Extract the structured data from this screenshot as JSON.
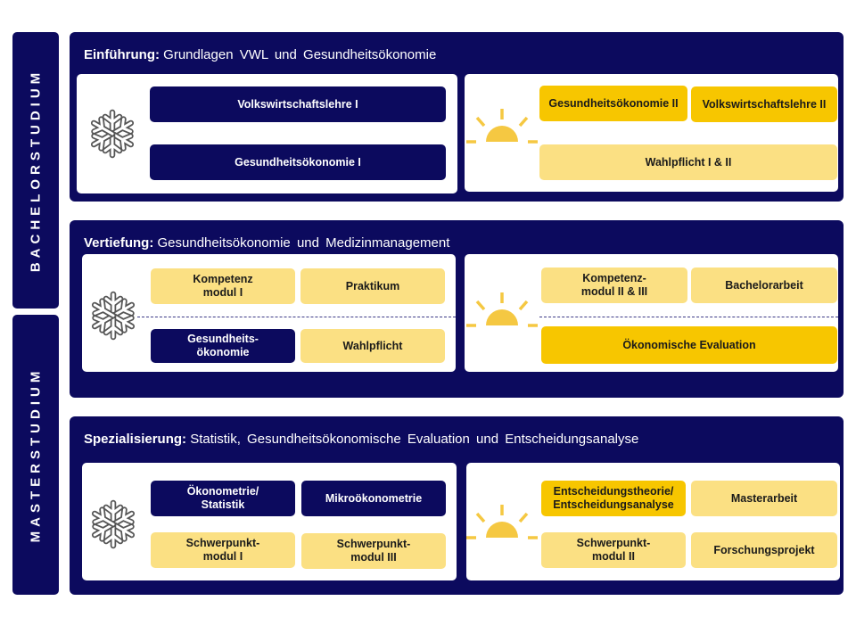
{
  "sidebar": {
    "bachelor": "BACHELORSTUDIUM",
    "master": "MASTERSTUDIUM"
  },
  "sections": [
    {
      "title_bold": "Einführung:",
      "title_rest": "Grundlagen VWL und Gesundheitsökonomie",
      "winter": [
        "Volkswirtschaftslehre I",
        "Gesundheitsökonomie I"
      ],
      "summer": [
        "Gesundheitsökonomie II",
        "Volkswirtschaftslehre II",
        "Wahlpflicht I & II"
      ]
    },
    {
      "title_bold": "Vertiefung:",
      "title_rest": "Gesundheitsökonomie und Medizinmanagement",
      "winter": [
        "Kompetenz\nmodul I",
        "Praktikum",
        "Gesundheits-\nökonomie",
        "Wahlpflicht"
      ],
      "summer": [
        "Kompetenz-\nmodul II & III",
        "Bachelorarbeit",
        "Ökonomische Evaluation"
      ]
    },
    {
      "title_bold": "Spezialisierung:",
      "title_rest": "Statistik, Gesundheitsökonomische Evaluation und Entscheidungsanalyse",
      "winter": [
        "Ökonometrie/\nStatistik",
        "Mikroökonometrie",
        "Schwerpunkt-\nmodul I",
        "Schwerpunkt-\nmodul III"
      ],
      "summer": [
        "Entscheidungstheorie/\nEntscheidungsanalyse",
        "Masterarbeit",
        "Schwerpunkt-\nmodul II",
        "Forschungsprojekt"
      ]
    }
  ],
  "icons": {
    "winter": "snowflake-icon",
    "summer": "sun-icon"
  },
  "colors": {
    "navy": "#0c0a5e",
    "gold": "#f7c600",
    "light_gold": "#fbe083",
    "sun": "#f5c842"
  }
}
